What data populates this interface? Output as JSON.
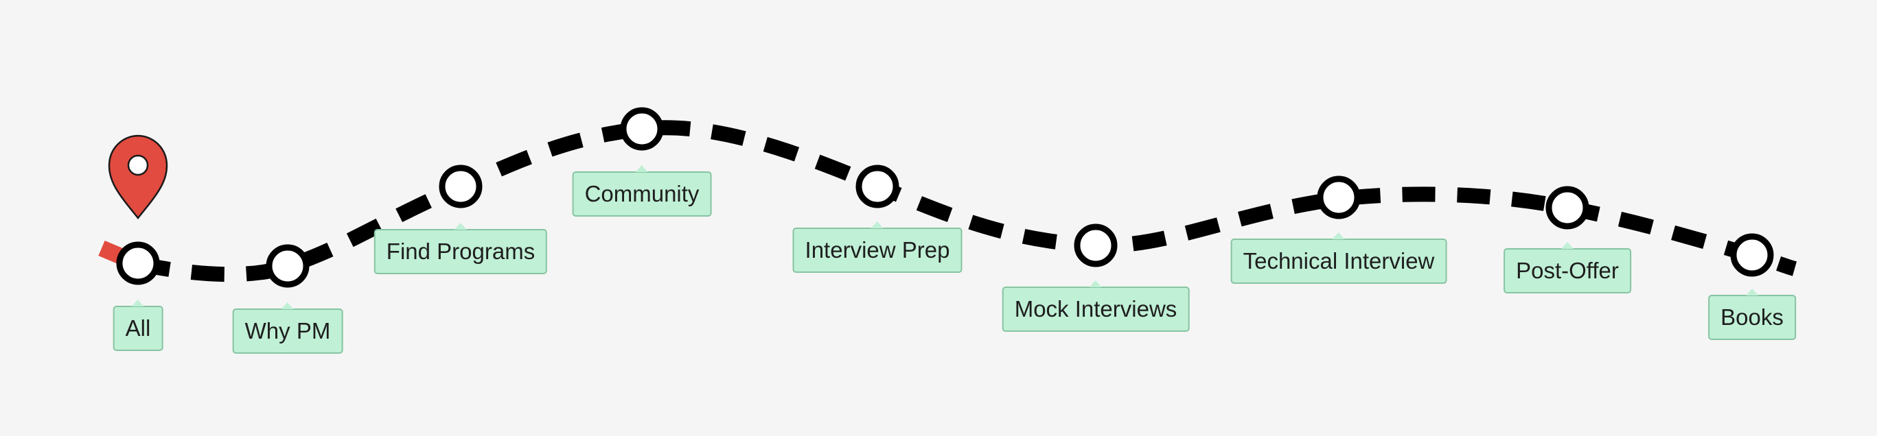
{
  "roadmap": {
    "current_stop": "All",
    "marker_icon": "map-pin-icon",
    "colors": {
      "background": "#f5f5f5",
      "path": "#000000",
      "path_start": "#e24b3f",
      "waypoint_fill": "#ffffff",
      "label_bg": "#c0f0d6",
      "label_border": "#86c4a2",
      "pin": "#e24b3f"
    },
    "stops": [
      {
        "label": "All"
      },
      {
        "label": "Why PM"
      },
      {
        "label": "Find Programs"
      },
      {
        "label": "Community"
      },
      {
        "label": "Interview Prep"
      },
      {
        "label": "Mock Interviews"
      },
      {
        "label": "Technical Interview"
      },
      {
        "label": "Post-Offer"
      },
      {
        "label": "Books"
      }
    ]
  }
}
